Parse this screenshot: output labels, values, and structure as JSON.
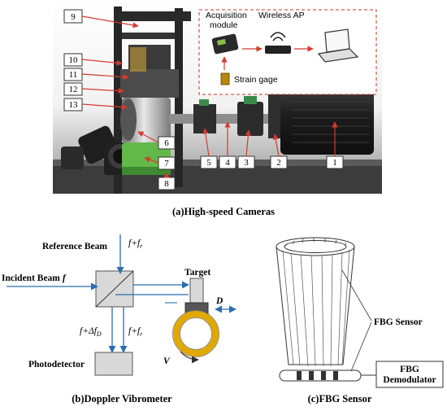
{
  "panel_a": {
    "caption": "(a)High-speed Cameras",
    "acquisition_module": [
      "Acquisition",
      "module"
    ],
    "wireless_ap": "Wireless AP",
    "strain_gage": "Strain gage",
    "part_numbers": [
      "1",
      "2",
      "3",
      "4",
      "5",
      "6",
      "7",
      "8",
      "9",
      "10",
      "11",
      "12",
      "13"
    ]
  },
  "panel_b": {
    "caption": "(b)Doppler Vibrometer",
    "reference_beam": "Reference Beam",
    "incident_beam": "Incident Beam",
    "f_symbol": "f",
    "f_plus_fr_top": "f+f",
    "f_plus_fr_bottom": "f+f",
    "r_sub": "r",
    "f_plus_dfd": "f+Δf",
    "d_sub": "D",
    "target": "Target",
    "d_label": "D",
    "v_label": "V",
    "photodetector": "Photodetector"
  },
  "panel_c": {
    "caption": "(c)FBG Sensor",
    "fbg_sensor": "FBG Sensor",
    "demodulator": [
      "FBG",
      "Demodulator"
    ]
  },
  "colors": {
    "beam": "#2a6db0",
    "dashed_box": "#c0392b",
    "ring": "#e0a800",
    "prism": "#d9d9d9",
    "photodetector": "#d9d9d9"
  }
}
